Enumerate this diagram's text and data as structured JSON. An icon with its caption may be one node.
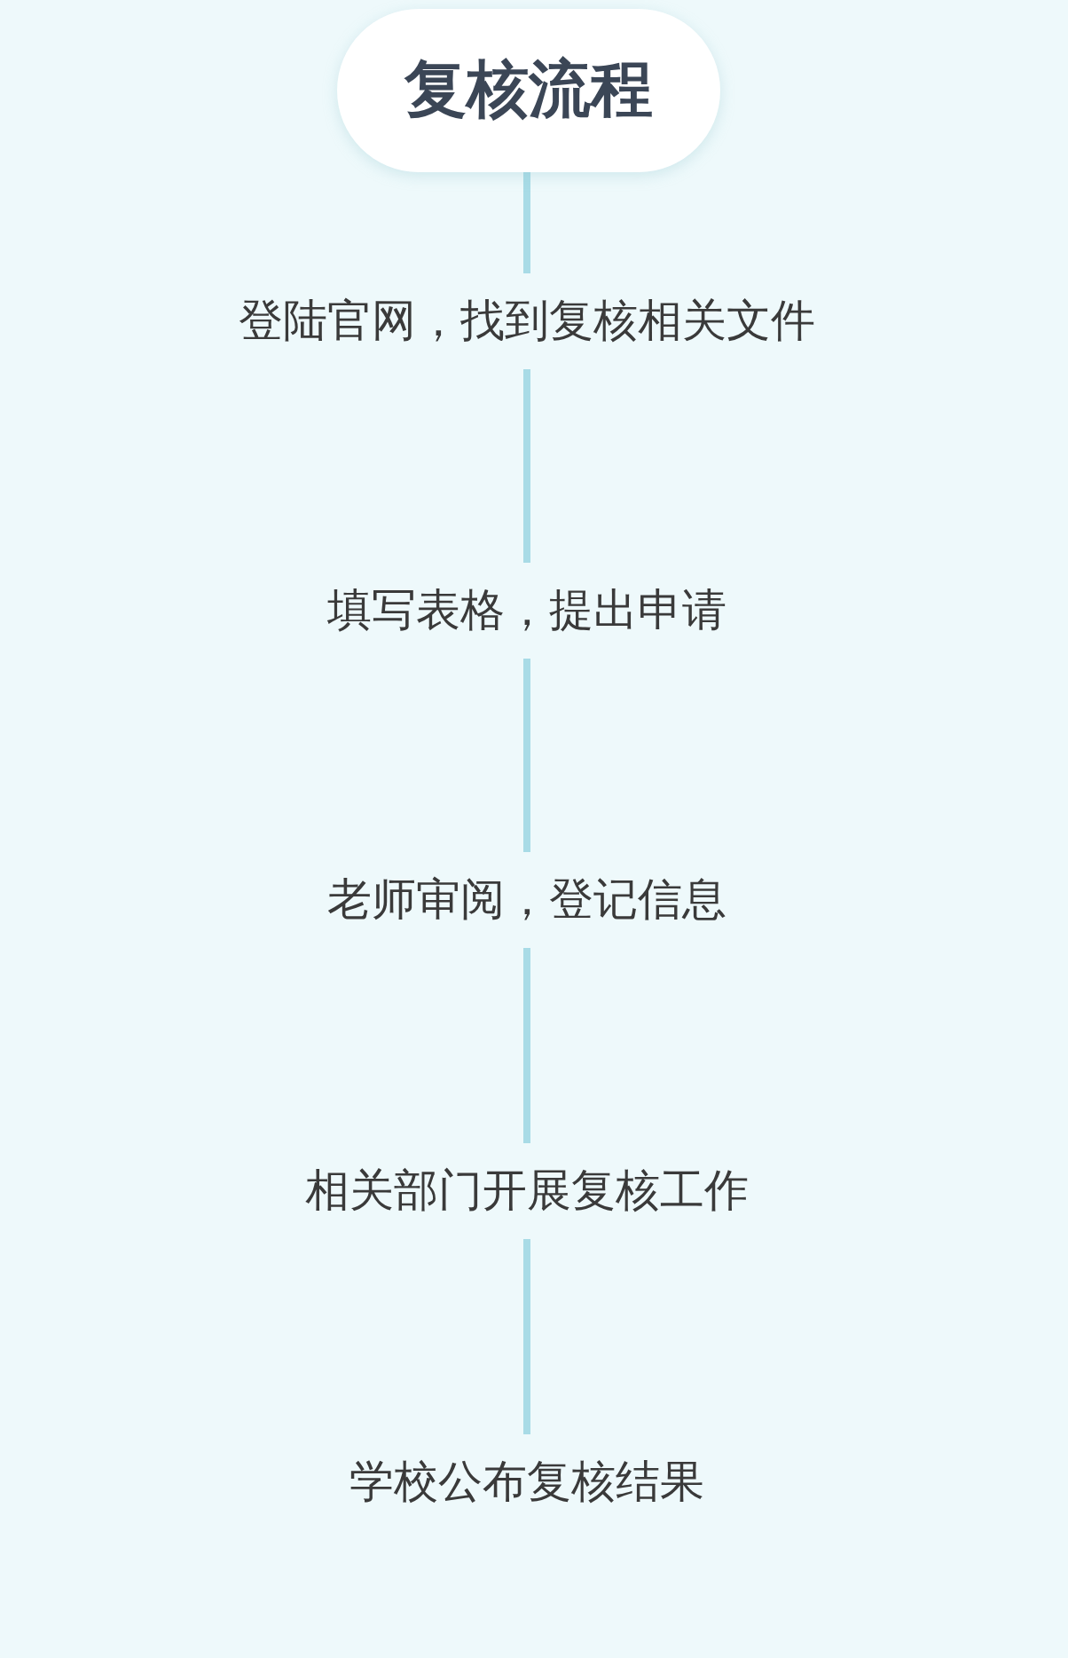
{
  "diagram": {
    "title": "复核流程",
    "nodes": [
      {
        "text": [
          "登陆官网，找到复核相关文件"
        ]
      },
      {
        "text": [
          "填写表格，提出申请"
        ]
      },
      {
        "text": [
          "老师审阅，登记信息"
        ]
      },
      {
        "text": [
          "相关部门开展复核工作"
        ]
      },
      {
        "text": [
          "学校公布复核结果"
        ]
      }
    ],
    "edges": [
      {
        "from": null,
        "to": 0,
        "arrow": "none"
      },
      {
        "from": 0,
        "to": 1,
        "arrow": "none"
      },
      {
        "from": 1,
        "to": 2,
        "arrow": "none"
      },
      {
        "from": 2,
        "to": 3,
        "arrow": "none"
      },
      {
        "from": 3,
        "to": 4,
        "arrow": "none"
      }
    ]
  }
}
